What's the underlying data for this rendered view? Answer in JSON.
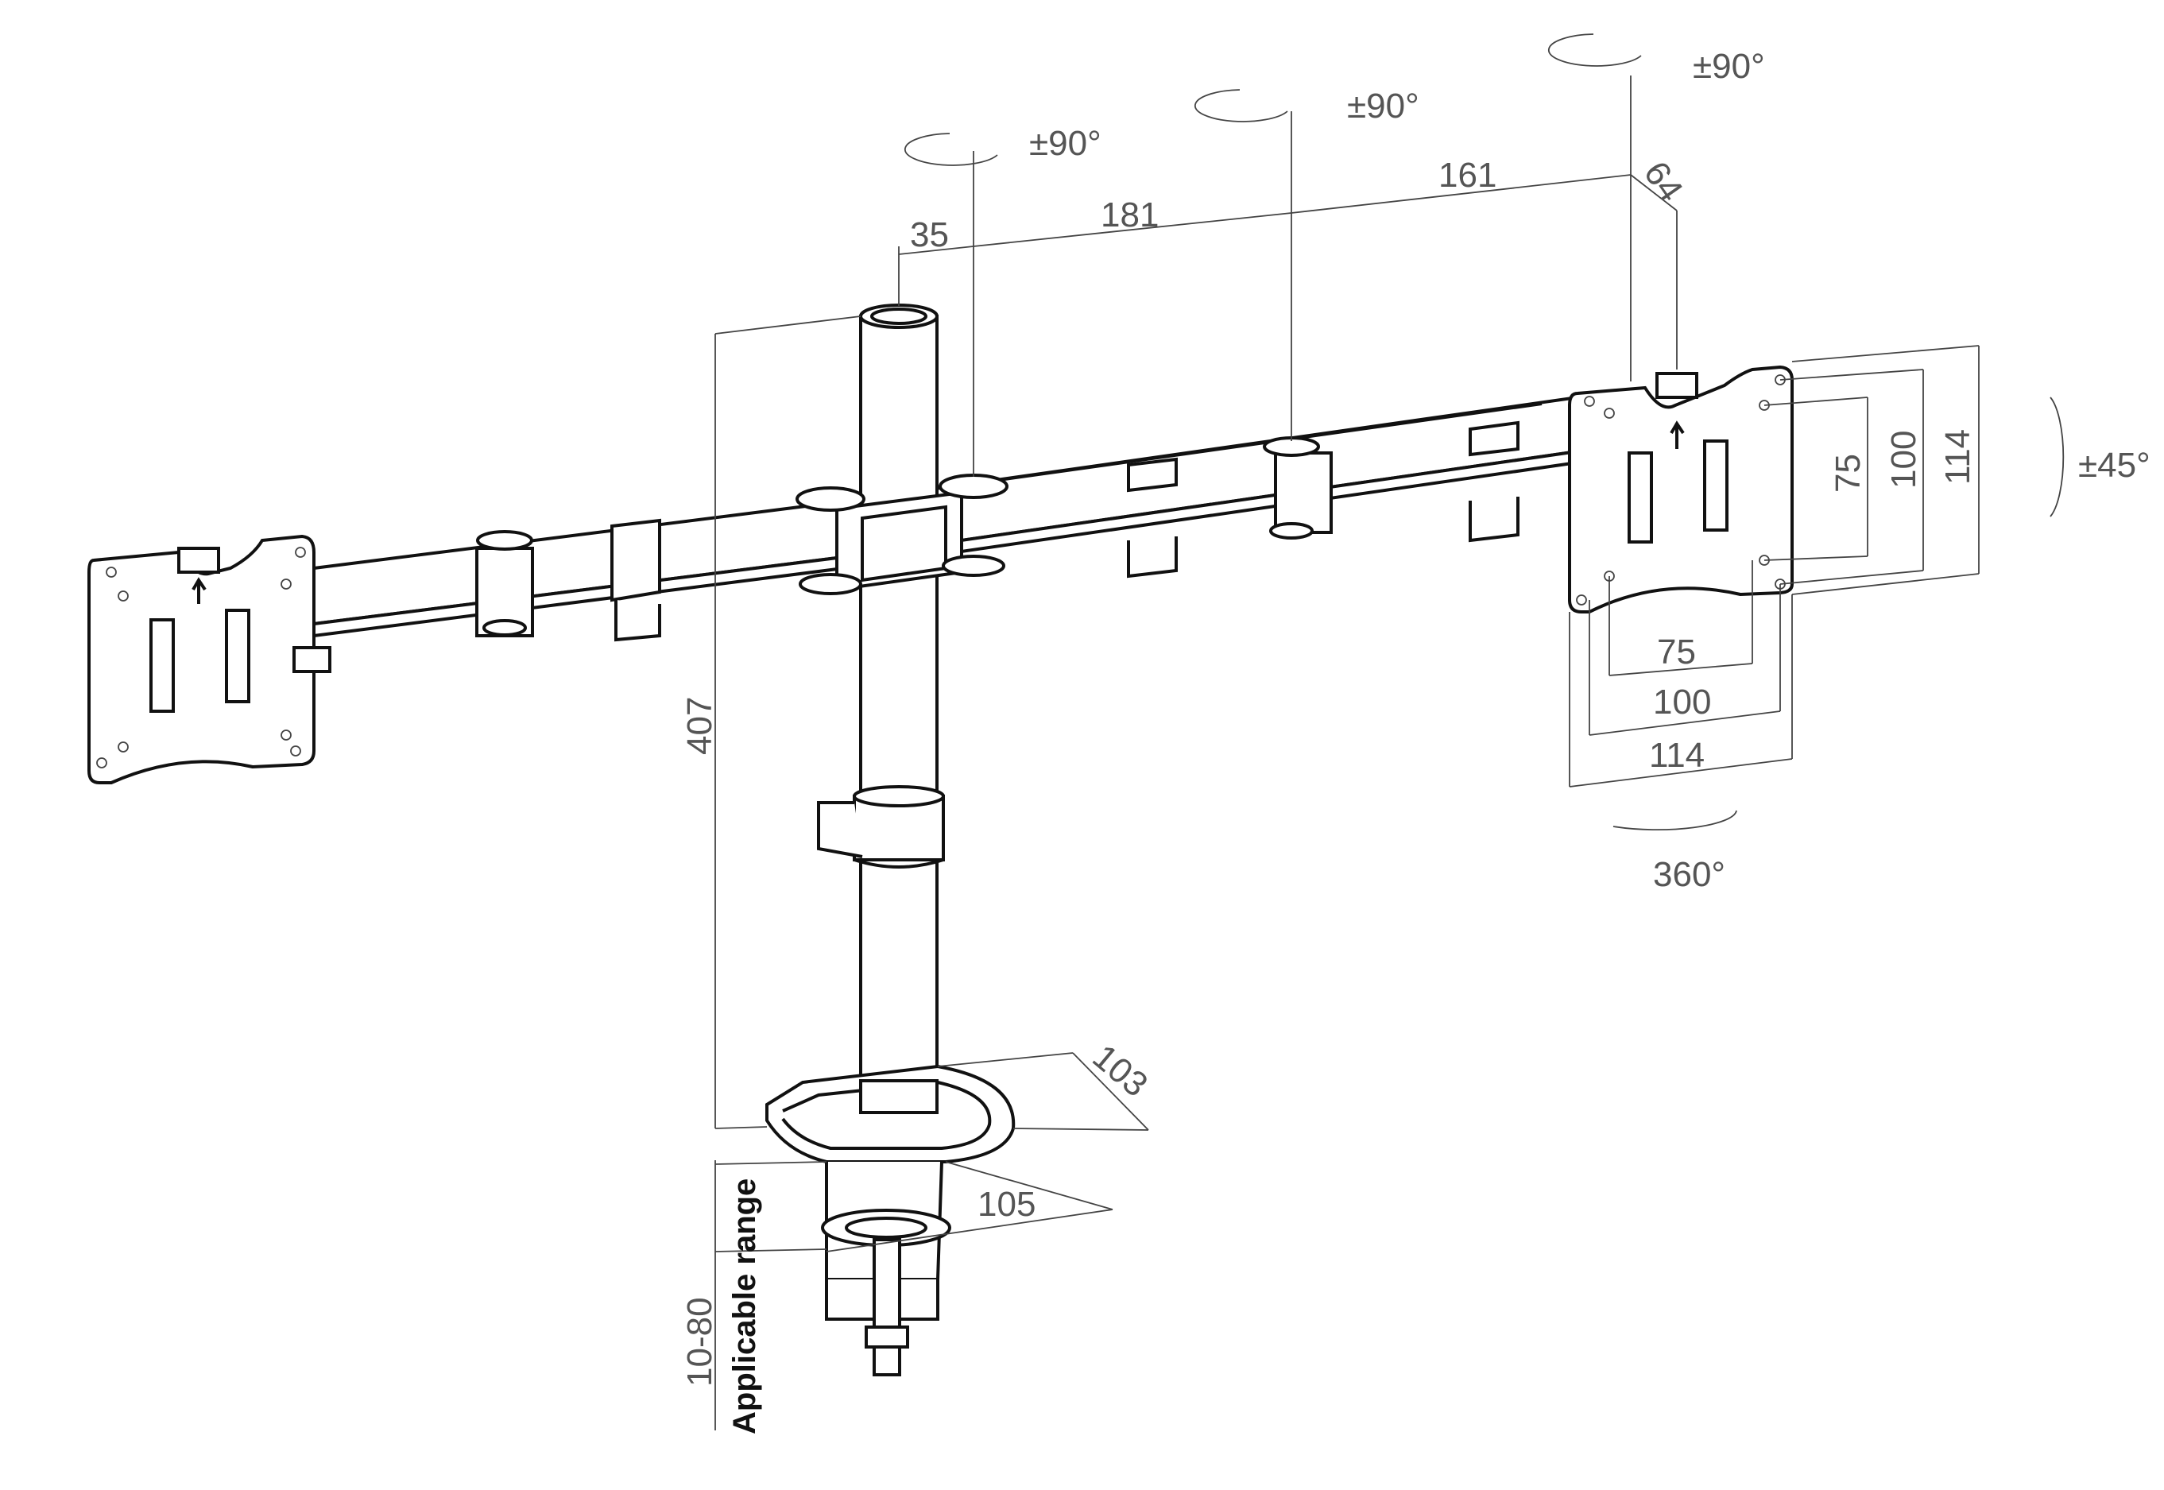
{
  "diagram": {
    "dims": {
      "d35": "35",
      "d181": "181",
      "d161": "161",
      "d64": "64",
      "d407": "407",
      "d103": "103",
      "d105": "105",
      "range": "10-80",
      "vesa_v75": "75",
      "vesa_v100": "100",
      "vesa_v114": "114",
      "vesa_h75": "75",
      "vesa_h100": "100",
      "vesa_h114": "114"
    },
    "angles": {
      "rot1": "±90°",
      "rot2": "±90°",
      "rot3": "±90°",
      "tilt": "±45°",
      "swivel": "360°"
    },
    "labels": {
      "applicable_range": "Applicable range"
    }
  }
}
